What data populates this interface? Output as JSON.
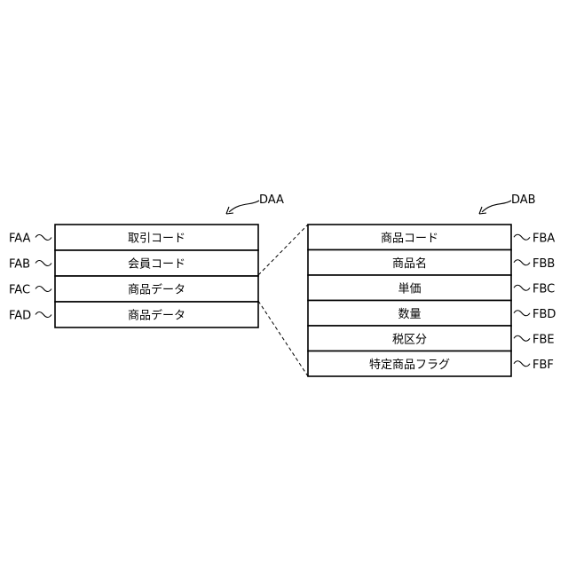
{
  "left_table": {
    "ref": "DAA",
    "rows": [
      {
        "text": "取引コード",
        "label": "FAA"
      },
      {
        "text": "会員コード",
        "label": "FAB"
      },
      {
        "text": "商品データ",
        "label": "FAC"
      },
      {
        "text": "商品データ",
        "label": "FAD"
      }
    ]
  },
  "right_table": {
    "ref": "DAB",
    "rows": [
      {
        "text": "商品コード",
        "label": "FBA"
      },
      {
        "text": "商品名",
        "label": "FBB"
      },
      {
        "text": "単価",
        "label": "FBC"
      },
      {
        "text": "数量",
        "label": "FBD"
      },
      {
        "text": "税区分",
        "label": "FBE"
      },
      {
        "text": "特定商品フラグ",
        "label": "FBF"
      }
    ]
  }
}
